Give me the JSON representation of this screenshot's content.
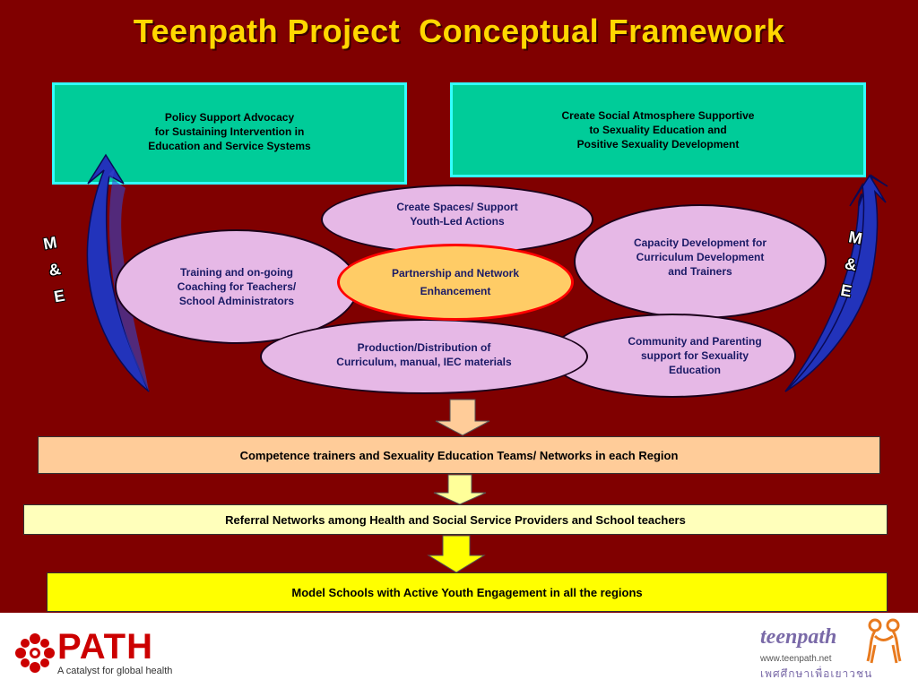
{
  "title": "Teenpath Project  Conceptual Framework",
  "top_boxes": [
    {
      "text": "Policy Support Advocacy\nfor Sustaining Intervention in\nEducation and Service Systems"
    },
    {
      "text": "Create Social Atmosphere Supportive\nto Sexuality Education and\nPositive Sexuality Development"
    }
  ],
  "ellipses": {
    "create_spaces": "Create Spaces/ Support\nYouth-Led Actions",
    "training": "Training and on-going\nCoaching for Teachers/\nSchool Administrators",
    "partnership": "Partnership and Network\nEnhancement",
    "capacity": "Capacity Development for\nCurriculum Development\nand Trainers",
    "community": "Community and Parenting\nsupport for Sexuality\nEducation",
    "production": "Production/Distribution of\nCurriculum, manual, IEC materials"
  },
  "me_label": "M\n&\nE",
  "bands": [
    {
      "text": "Competence trainers and Sexuality Education Teams/ Networks in each Region",
      "color": "#FFCC99"
    },
    {
      "text": "Referral Networks among Health and Social Service Providers and School teachers",
      "color": "#FFFFBB"
    },
    {
      "text": "Model Schools with Active Youth Engagement in all the regions",
      "color": "#FFFF00"
    }
  ],
  "footer": {
    "path_name": "PATH",
    "path_tagline": "A catalyst for global health",
    "teenpath_name": "teenpath",
    "teenpath_url": "www.teenpath.net",
    "teenpath_thai": "เพศศึกษาเพื่อเยาวชน"
  },
  "colors": {
    "background": "#800000",
    "title": "#FFD700",
    "teal_box": "#00CC99",
    "ellipse": "#E6B8E6",
    "center_ellipse": "#FFCC66",
    "arrow_blue": "#2233BB"
  }
}
